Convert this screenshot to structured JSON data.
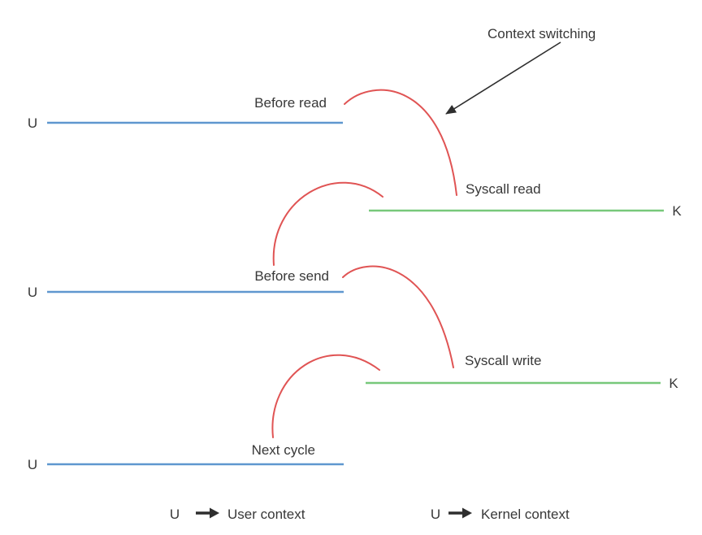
{
  "diagram": {
    "annotation_label": "Context switching",
    "user_marker": "U",
    "kernel_marker": "K",
    "events": {
      "before_read": "Before read",
      "syscall_read": "Syscall read",
      "before_send": "Before send",
      "syscall_write": "Syscall write",
      "next_cycle": "Next cycle"
    },
    "legend": {
      "user": {
        "symbol": "U",
        "meaning": "User context"
      },
      "kernel": {
        "symbol": "U",
        "meaning": "Kernel context"
      }
    },
    "colors": {
      "user_line": "#5f97cf",
      "kernel_line": "#77c87a",
      "switch_arc": "#e05454",
      "annotation": "#2e2e2e",
      "text": "#383838"
    }
  }
}
